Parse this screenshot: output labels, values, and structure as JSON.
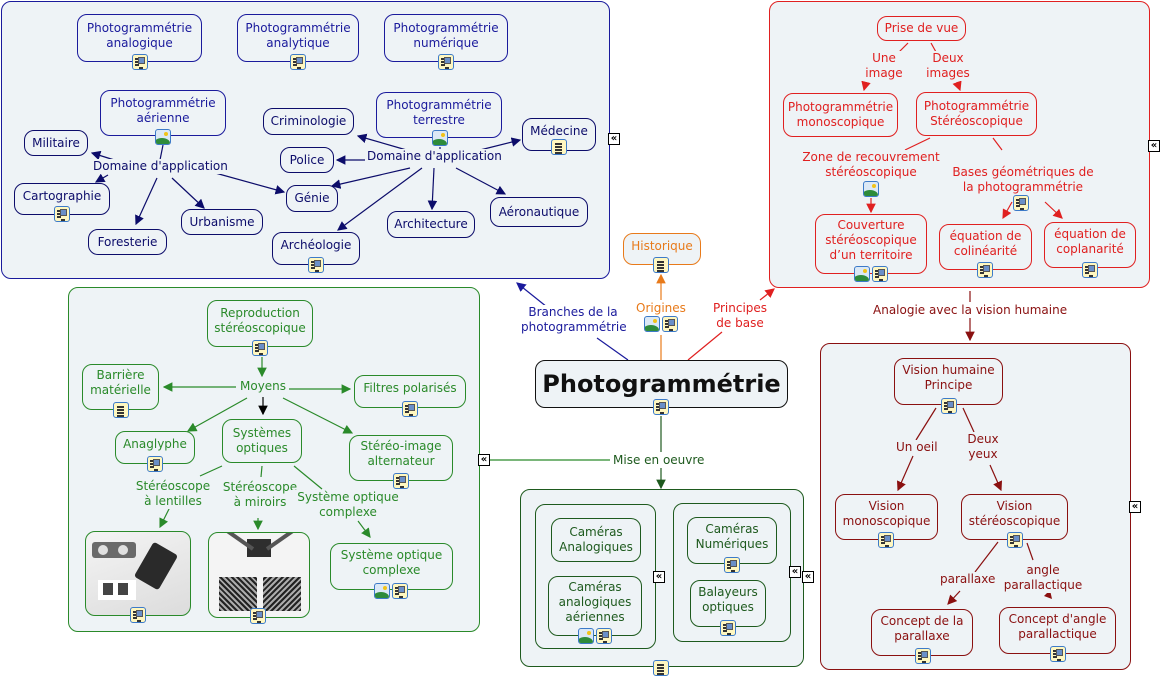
{
  "colors": {
    "branches": "#1a1a9c",
    "branches_nodes": "#0c0c6a",
    "principles": "#e02020",
    "vision": "#8a1010",
    "history": "#e87a1a",
    "reproduction": "#2a8a2a",
    "implementation": "#1e5a1e",
    "center": "#111111",
    "panel_fill": "#eef3f6"
  },
  "center": {
    "label": "Photogrammétrie",
    "icons": [
      "doc-image"
    ]
  },
  "links_from_center": {
    "branches": "Branches de la photogrammétrie",
    "origins": "Origines",
    "principles": "Principes de base",
    "implementation": "Mise en oeuvre"
  },
  "history": {
    "label": "Historique",
    "origins_icons": [
      "image",
      "doc-image"
    ],
    "node_icons": [
      "doc"
    ]
  },
  "branches_panel": {
    "top_nodes": [
      {
        "label": "Photogrammétrie analogique"
      },
      {
        "label": "Photogrammétrie analytique"
      },
      {
        "label": "Photogrammétrie numérique"
      }
    ],
    "aerial": {
      "label": "Photogrammétrie aérienne",
      "link": "Domaine d'application",
      "targets": [
        "Militaire",
        "Cartographie",
        "Foresterie",
        "Urbanisme",
        "Génie"
      ]
    },
    "terrestrial": {
      "label": "Photogrammétrie terrestre",
      "link": "Domaine d'application",
      "targets": [
        "Criminologie",
        "Police",
        "Médecine",
        "Génie",
        "Archéologie",
        "Architecture",
        "Aéronautique"
      ]
    },
    "nodes": {
      "militaire": "Militaire",
      "cartographie": "Cartographie",
      "foresterie": "Foresterie",
      "urbanisme": "Urbanisme",
      "genie": "Génie",
      "criminologie": "Criminologie",
      "police": "Police",
      "medecine": "Médecine",
      "archeologie": "Archéologie",
      "architecture": "Architecture",
      "aeronautique": "Aéronautique"
    }
  },
  "principles_panel": {
    "root": "Prise de vue",
    "link_one": "Une image",
    "link_two": "Deux images",
    "mono": "Photogrammétrie monoscopique",
    "stereo": "Photogrammétrie Stéréoscopique",
    "link_overlap": "Zone de recouvrement stéréoscopique",
    "link_bases": "Bases géométriques de la photogrammétrie",
    "coverage": "Couverture stéréoscopique d’un territoire",
    "colinearity": "équation de colinéarité",
    "coplanarity": "équation de coplanarité"
  },
  "analogy_link": "Analogie avec la vision humaine",
  "vision_panel": {
    "root": "Vision humaine Principe",
    "link_one": "Un oeil",
    "link_two": "Deux yeux",
    "mono": "Vision monoscopique",
    "stereo": "Vision stéréoscopique",
    "link_parallax": "parallaxe",
    "link_angle": "angle parallactique",
    "parallax": "Concept de la parallaxe",
    "angle": "Concept d'angle parallactique"
  },
  "reproduction_panel": {
    "root": "Reproduction stéréoscopique",
    "means": "Moyens",
    "barrier": "Barrière matérielle",
    "filters": "Filtres polarisés",
    "anaglyph": "Anaglyphe",
    "optical": "Systèmes optiques",
    "alternator": "Stéréo-image alternateur",
    "link_lens": "Stéréoscope à lentilles",
    "link_mirror": "Stéréoscope à miroirs",
    "link_complex": "Système optique complexe",
    "complex": "Système optique complexe"
  },
  "implementation_panel": {
    "analog_cams": "Caméras Analogiques",
    "analog_aerial": "Caméras analogiques aériennes",
    "digital_cams": "Caméras Numériques",
    "scanners": "Balayeurs optiques"
  },
  "expand_glyph": "«"
}
